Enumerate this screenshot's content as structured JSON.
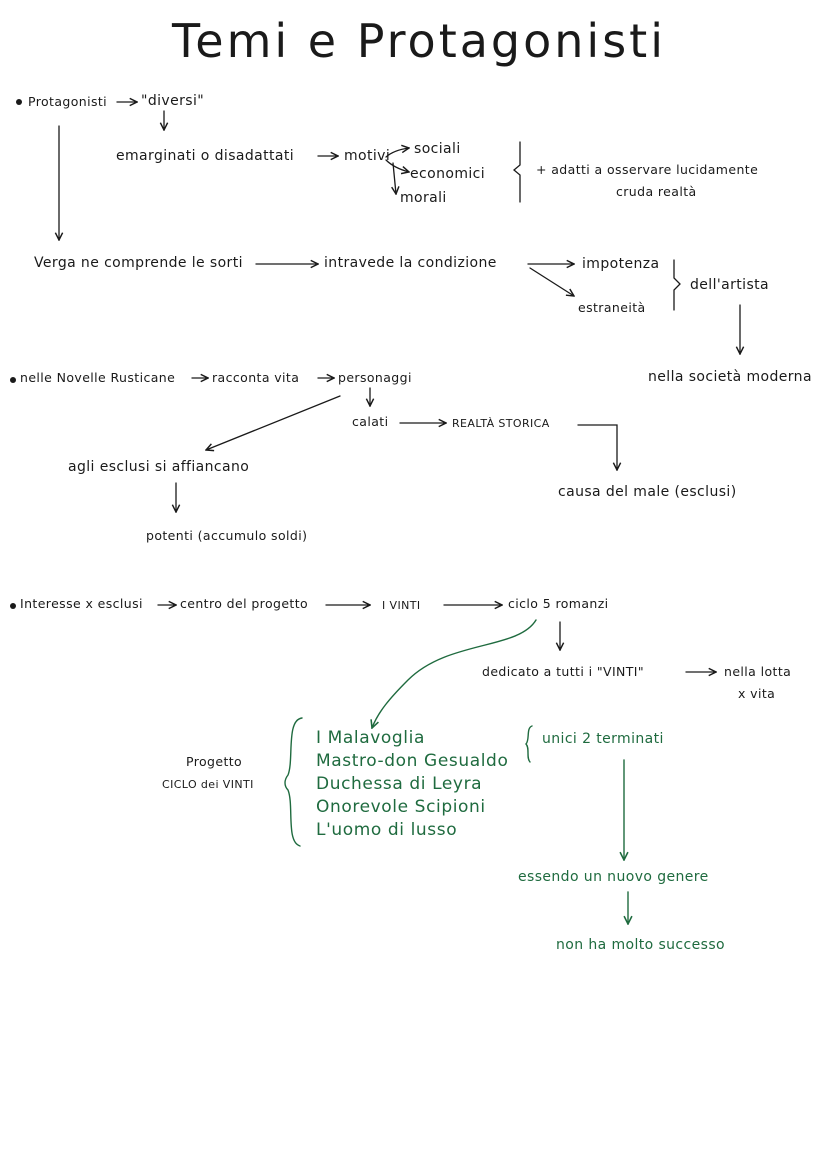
{
  "title": "Temi e Protagonisti",
  "colors": {
    "ink": "#1a1a1a",
    "green": "#1f6b3f"
  },
  "s1": {
    "protagonisti": "Protagonisti",
    "diversi": "\"diversi\"",
    "emarginati": "emarginati o disadattati",
    "motivi": "motivi",
    "sociali": "sociali",
    "economici": "economici",
    "morali": "morali",
    "adatti_1": "+ adatti a osservare  lucidamente",
    "adatti_2": "cruda realtà"
  },
  "s2": {
    "verga": "Verga ne comprende le sorti",
    "intravede": "intravede la condizione",
    "impotenza": "impotenza",
    "estraneita": "estraneità",
    "artista": "dell'artista",
    "societa": "nella società moderna"
  },
  "s3": {
    "novelle": "nelle Novelle Rusticane",
    "racconta": "racconta vita",
    "personaggi": "personaggi",
    "calati": "calati",
    "realta": "REALTÀ STORICA",
    "causa": "causa del male (esclusi)",
    "esclusi": "agli esclusi si affiancano",
    "potenti": "potenti (accumulo soldi)"
  },
  "s4": {
    "interesse": "Interesse x esclusi",
    "centro": "centro del progetto",
    "vinti": "I VINTI",
    "ciclo": "ciclo 5 romanzi",
    "dedicato": "dedicato a tutti i \"VINTI\"",
    "lotta_1": "nella lotta",
    "lotta_2": "x vita",
    "progetto_1": "Progetto",
    "progetto_2": "CICLO dei VINTI",
    "novels": [
      "I Malavoglia",
      "Mastro-don Gesualdo",
      "Duchessa di Leyra",
      "Onorevole Scipioni",
      "L'uomo di lusso"
    ],
    "unici": "unici 2 terminati",
    "genere": "essendo un nuovo genere",
    "successo": "non ha molto successo"
  }
}
